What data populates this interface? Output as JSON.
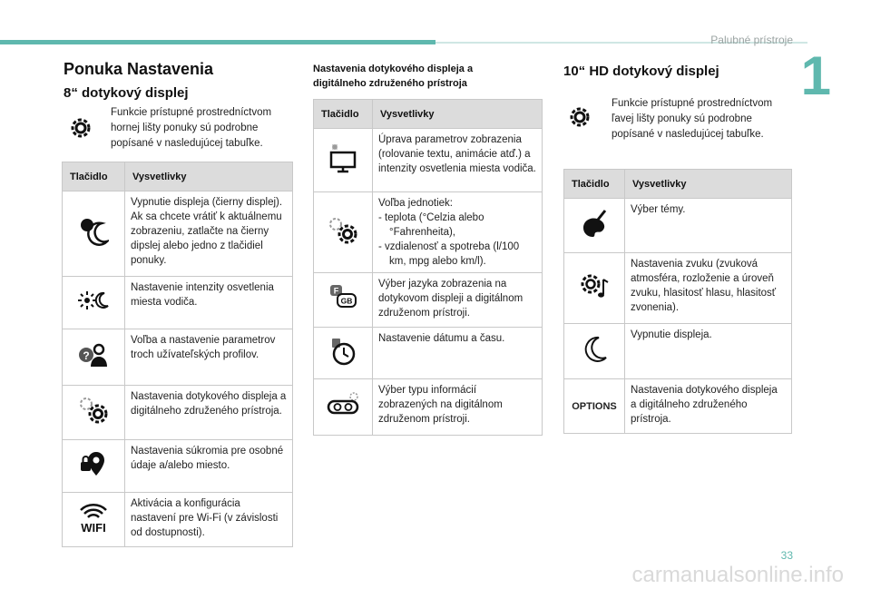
{
  "header": {
    "title": "Palubné prístroje",
    "chapter": "1",
    "page": "33",
    "watermark": "carmanualsonline.info"
  },
  "section": {
    "title": "Ponuka Nastavenia"
  },
  "left": {
    "heading": "8“ dotykový displej",
    "intro": "Funkcie prístupné prostredníctvom hornej lišty ponuky sú podrobne popísané v nasledujúcej tabuľke.",
    "col_button": "Tlačidlo",
    "col_desc": "Vysvetlivky",
    "rows": [
      {
        "icon": "display-off-icon",
        "text": "Vypnutie displeja (čierny displej). Ak sa chcete vrátiť k aktuálnemu zobrazeniu, zatlačte na čierny dipslej alebo jedno z tlačidiel ponuky."
      },
      {
        "icon": "brightness-icon",
        "text": "Nastavenie intenzity osvetlenia miesta vodiča."
      },
      {
        "icon": "user-profile-icon",
        "text": "Voľba a nastavenie parametrov troch užívateľských profilov."
      },
      {
        "icon": "settings-gears-icon",
        "text": "Nastavenia dotykového displeja a digitálneho združeného prístroja."
      },
      {
        "icon": "privacy-lock-icon",
        "text": "Nastavenia súkromia pre osobné údaje a/alebo miesto."
      },
      {
        "icon": "wifi-icon",
        "text": "Aktivácia a konfigurácia nastavení pre Wi-Fi (v závislosti od dostupnosti)."
      }
    ],
    "wifi_label": "WIFI"
  },
  "middle": {
    "heading": "Nastavenia dotykového displeja a digitálneho združeného prístroja",
    "col_button": "Tlačidlo",
    "col_desc": "Vysvetlivky",
    "row1": "Úprava parametrov zobrazenia (rolovanie textu, animácie atď.) a intenzity osvetlenia miesta vodiča.",
    "row2_lead": "Voľba jednotiek:",
    "row2_b1": "-  teplota (°Celzia alebo °Fahrenheita),",
    "row2_b2": "-  vzdialenosť a spotreba (l/100 km, mpg alebo km/l).",
    "row3": "Výber jazyka zobrazenia na dotykovom displeji a digitálnom združenom prístroji.",
    "row4": "Nastavenie dátumu a času.",
    "row5": "Výber typu informácií zobrazených na digitálnom združenom prístroji.",
    "lang_f": "F",
    "lang_gb": "GB"
  },
  "right": {
    "heading": "10“ HD dotykový displej",
    "intro": "Funkcie prístupné prostredníctvom ľavej lišty ponuky sú podrobne popísané v nasledujúcej tabuľke.",
    "col_button": "Tlačidlo",
    "col_desc": "Vysvetlivky",
    "rows": [
      {
        "icon": "theme-palette-icon",
        "text": "Výber témy."
      },
      {
        "icon": "sound-settings-icon",
        "text": "Nastavenia zvuku (zvuková atmosféra, rozloženie a úroveň zvuku, hlasitosť hlasu, hlasitosť zvonenia)."
      },
      {
        "icon": "moon-icon",
        "text": "Vypnutie displeja."
      },
      {
        "icon": "options-button",
        "text": "Nastavenia dotykového displeja a digitálneho združeného prístroja."
      }
    ],
    "options_label": "OPTIONS"
  }
}
